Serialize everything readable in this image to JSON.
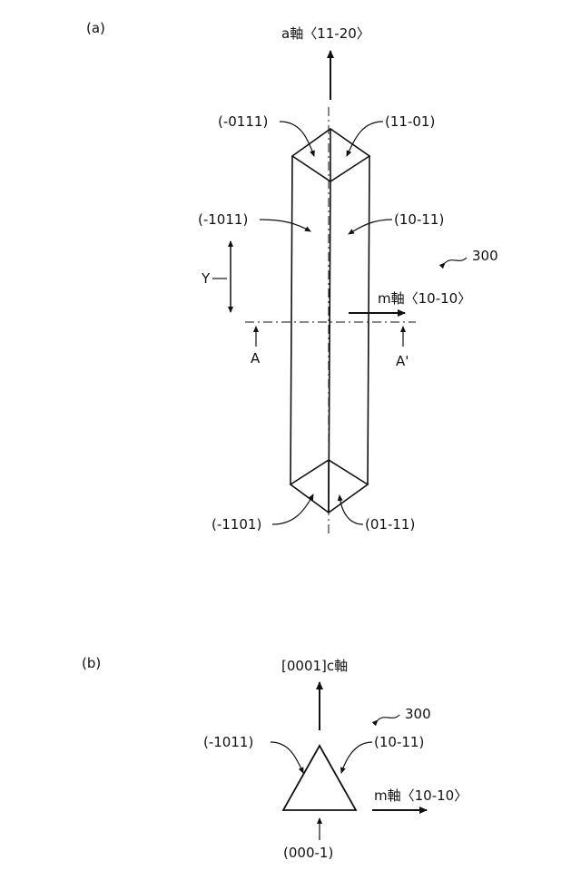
{
  "panel_a": {
    "label": "(a)",
    "a_axis": "a軸〈11-20〉",
    "m_axis": "m軸〈10-10〉",
    "top_left_face": "(-0111)",
    "top_right_face": "(11-01)",
    "side_left_face": "(-1011)",
    "side_right_face": "(10-11)",
    "bottom_left_face": "(-1101)",
    "bottom_right_face": "(01-11)",
    "ref": "300",
    "y_label": "Y",
    "section_a": "A",
    "section_a_prime": "A'"
  },
  "panel_b": {
    "label": "(b)",
    "c_axis": "[0001]c軸",
    "m_axis": "m軸〈10-10〉",
    "left_face": "(-1011)",
    "right_face": "(10-11)",
    "bottom_face": "(000-1)",
    "ref": "300"
  },
  "colors": {
    "line": "#111111",
    "background": "#ffffff"
  }
}
